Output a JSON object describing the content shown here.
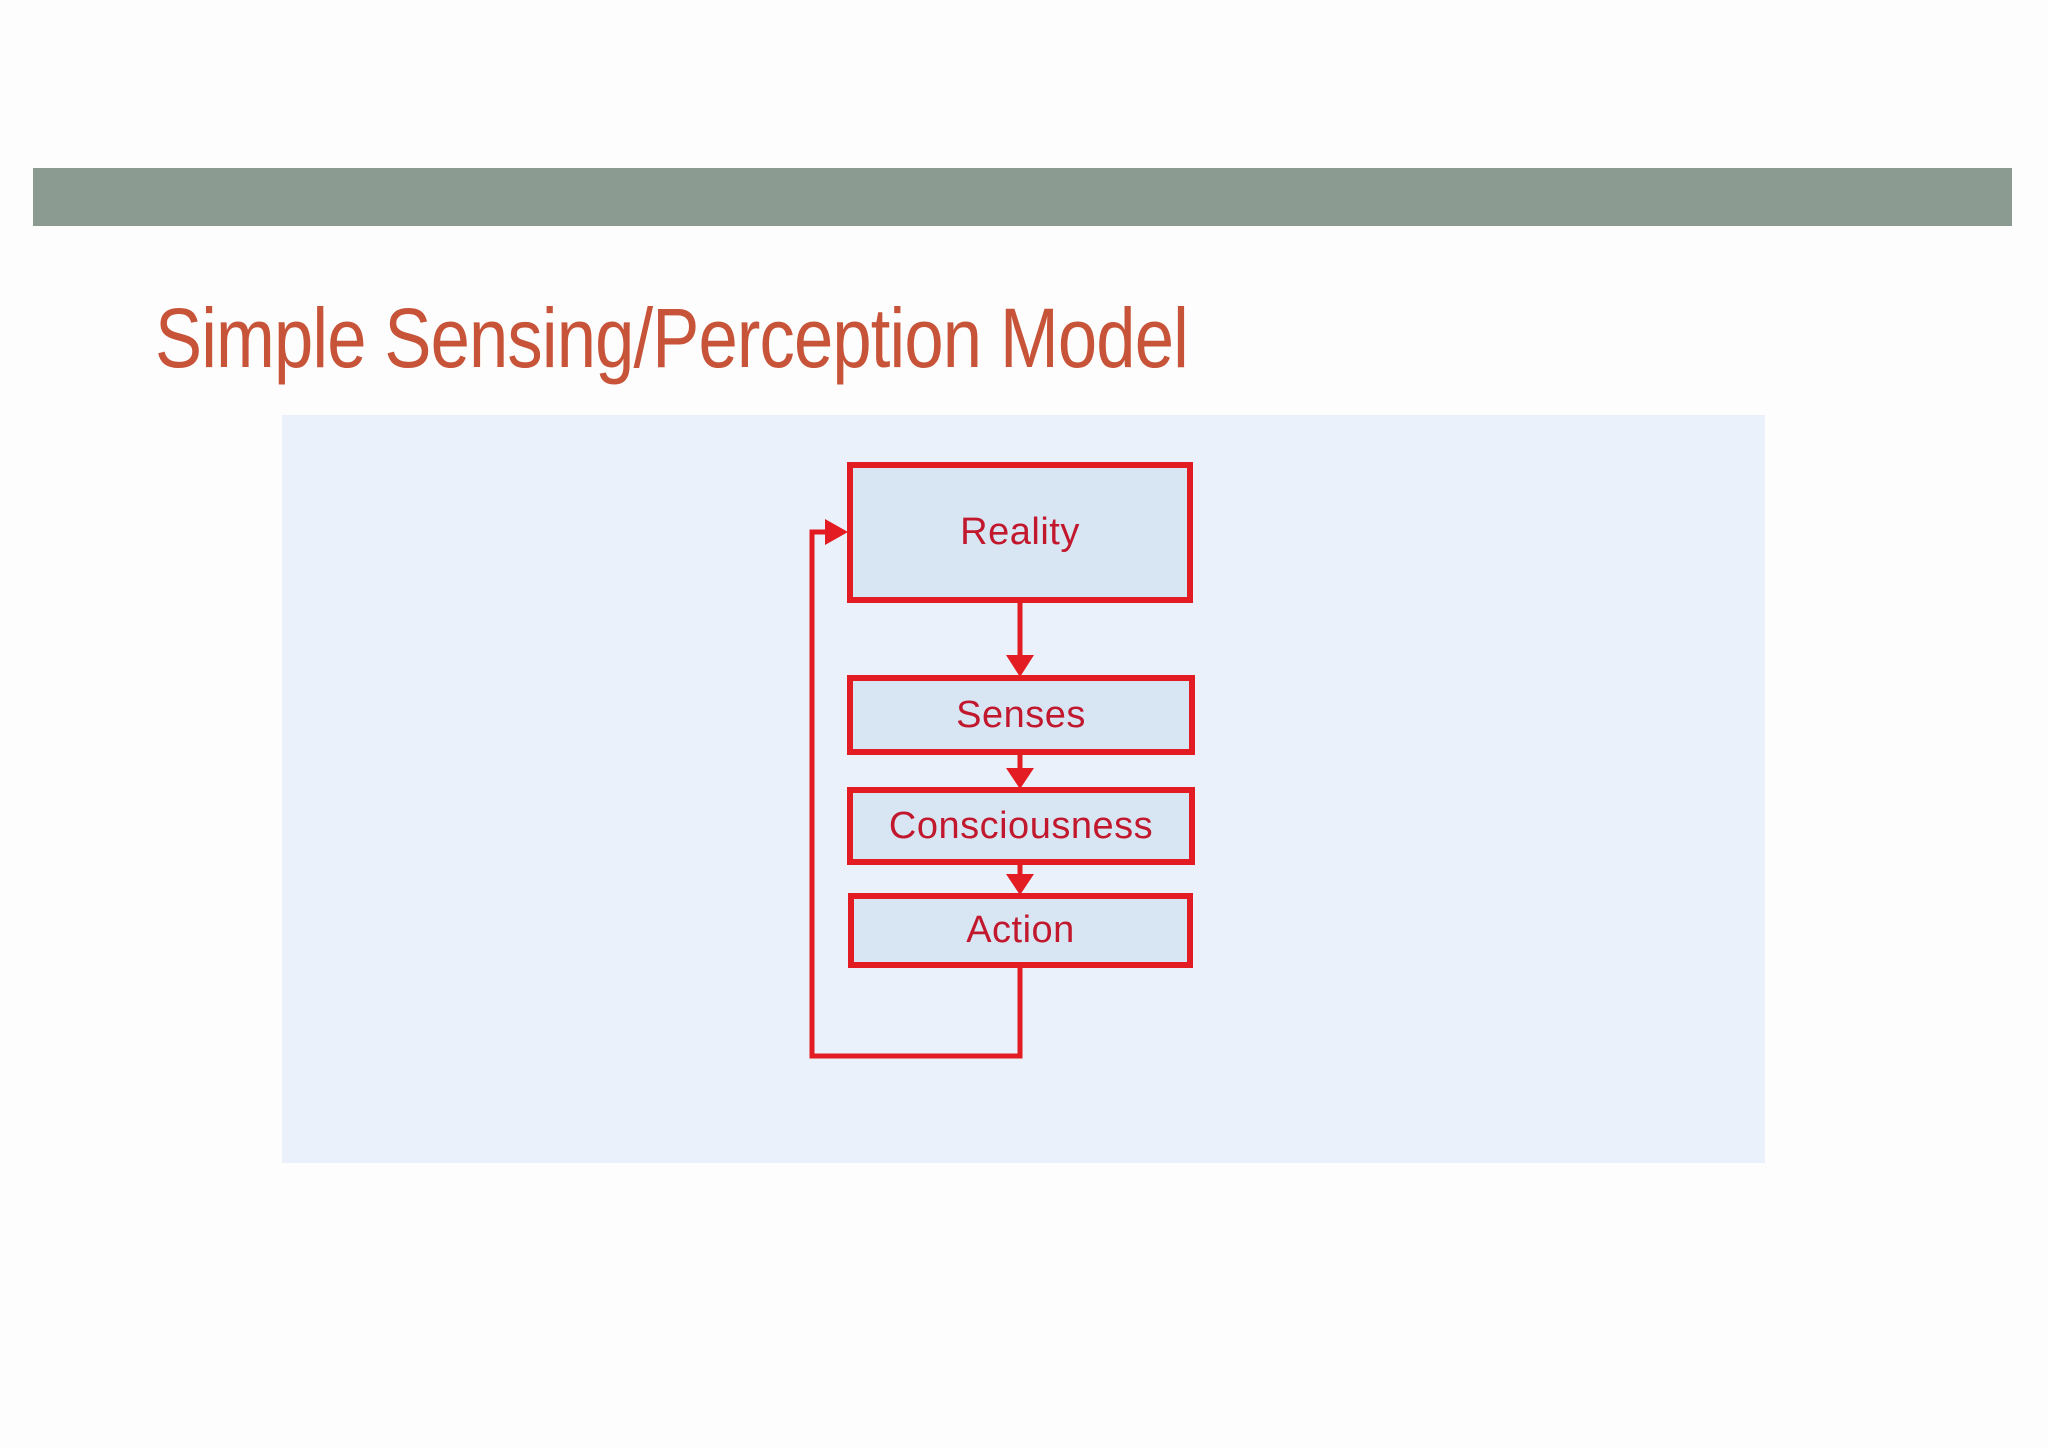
{
  "slide": {
    "title": "Simple Sensing/Perception Model"
  },
  "diagram": {
    "nodes": [
      {
        "id": "reality",
        "label": "Reality"
      },
      {
        "id": "senses",
        "label": "Senses"
      },
      {
        "id": "consciousness",
        "label": "Consciousness"
      },
      {
        "id": "action",
        "label": "Action"
      }
    ],
    "edges": [
      {
        "from": "reality",
        "to": "senses"
      },
      {
        "from": "senses",
        "to": "consciousness"
      },
      {
        "from": "consciousness",
        "to": "action"
      },
      {
        "from": "action",
        "to": "reality",
        "type": "feedback-loop"
      }
    ]
  },
  "colors": {
    "slide_background": "#FDFDFD",
    "top_bar": "#8C9B92",
    "title_text": "#C75339",
    "panel_background": "#EAF1FA",
    "node_fill": "#D8E6F3",
    "node_border": "#E21C22",
    "node_text": "#C2182E",
    "arrow": "#E21C22"
  }
}
